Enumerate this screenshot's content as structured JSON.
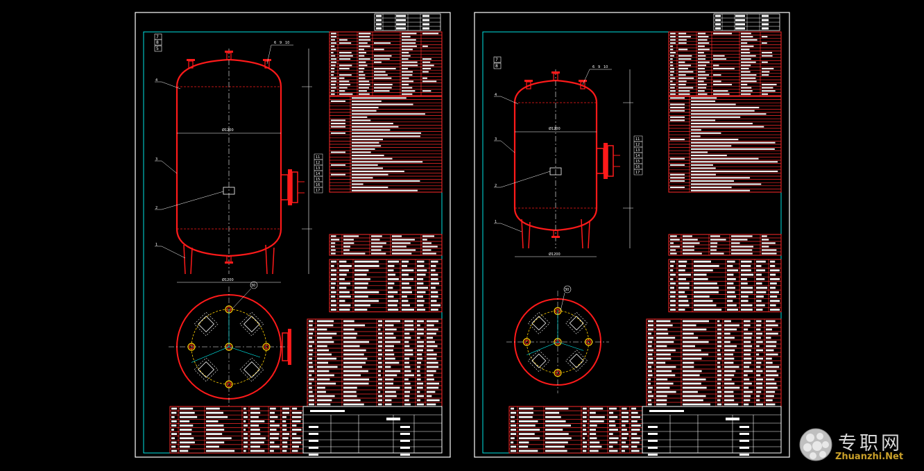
{
  "sheets": [
    {
      "labels_left": [
        "7",
        "8",
        "5",
        "4",
        "3",
        "2",
        "1"
      ],
      "labels_right": [
        "11",
        "12",
        "13",
        "14",
        "15",
        "16",
        "17"
      ],
      "top_marks": [
        "6",
        "9",
        "10"
      ],
      "bottom_mark": "30",
      "dim_label": "Ø1200"
    },
    {
      "labels_left": [
        "7",
        "8",
        "4",
        "3",
        "2",
        "1"
      ],
      "labels_right": [
        "11",
        "12",
        "13",
        "14",
        "15",
        "16",
        "17"
      ],
      "top_marks": [
        "6",
        "9",
        "10"
      ],
      "bottom_mark": "30",
      "dim_label": "Ø1200"
    }
  ],
  "watermark": {
    "cn": "专职网",
    "en": "Zhuanzhi.Net",
    "ball_icon": "globe-icon",
    "accent": "#c9a02a"
  },
  "colors": {
    "frame": "#ffffff",
    "border": "#00e5e5",
    "vessel": "#ff1a1a",
    "dim": "#ffffff",
    "center": "#ffffff",
    "table_line": "#ff2a2a",
    "table_fill": "#ffffff",
    "yellow": "#ffd000",
    "cyan": "#00ffff"
  }
}
